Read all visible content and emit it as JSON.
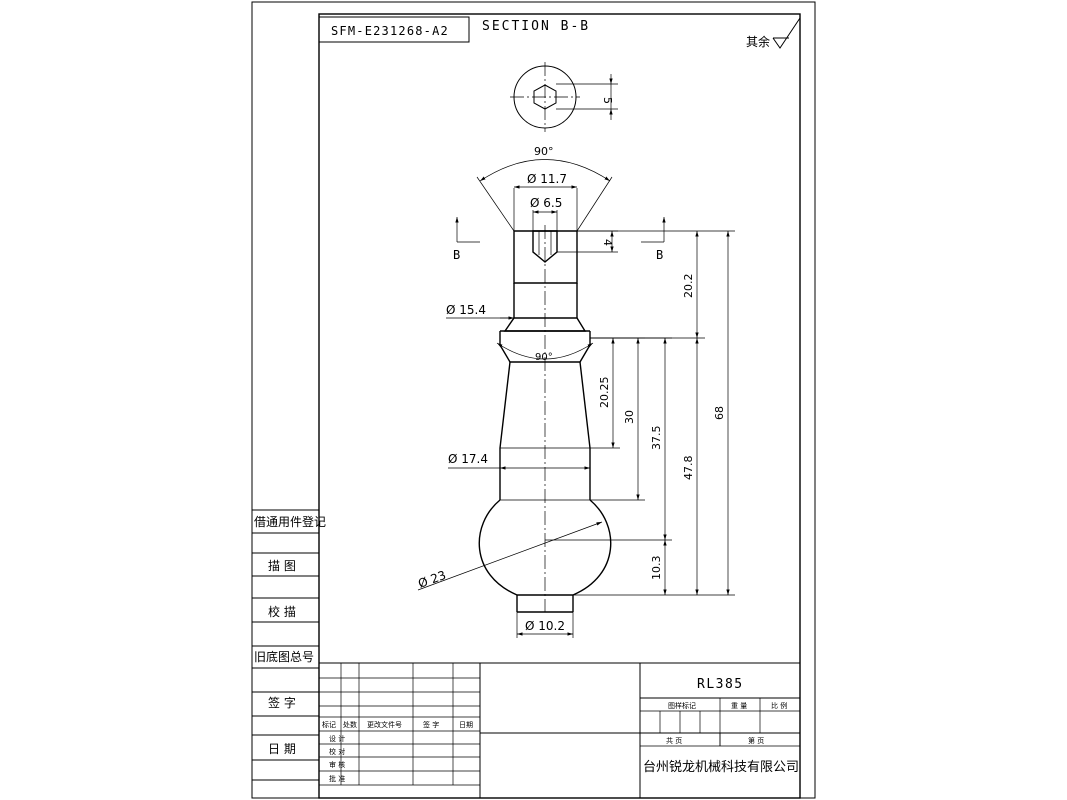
{
  "title_block": {
    "drawing_number": "SFM-E231268-A2",
    "section_label": "SECTION B-B",
    "surface_note": "其余",
    "part_number": "RL385",
    "company": "台州锐龙机械科技有限公司",
    "labels": {
      "mark": "图样标记",
      "weight": "重 量",
      "scale": "比 例",
      "total": "共 页",
      "sheet": "第 页"
    },
    "revision_headers": [
      "标记",
      "处数",
      "更改文件号",
      "签 字",
      "日期"
    ],
    "approval_rows": [
      "设 计",
      "校 对",
      "审 核",
      "批 准"
    ]
  },
  "side_panel": {
    "labels": [
      "借通用件登记",
      "描 图",
      "校 描",
      "旧底图总号",
      "签 字",
      "日 期"
    ]
  },
  "views": {
    "section_cut_letter": "B",
    "dimensions": {
      "hex_flat": "5",
      "top_chamfer_angle": "90°",
      "counterbore_dia": "Ø 11.7",
      "hex_dia": "Ø 6.5",
      "hex_depth": "4",
      "collar_length": "20.2",
      "collar_dia": "Ø 15.4",
      "neck_angle": "90°",
      "taper_length": "20.25",
      "shank_length": "30",
      "ball_center_to_neck": "37.5",
      "shank_dia": "Ø 17.4",
      "total_to_neck": "47.8",
      "overall_length": "68",
      "ball_dia": "Ø 23",
      "ball_center_to_end": "10.3",
      "end_dia": "Ø 10.2"
    }
  }
}
